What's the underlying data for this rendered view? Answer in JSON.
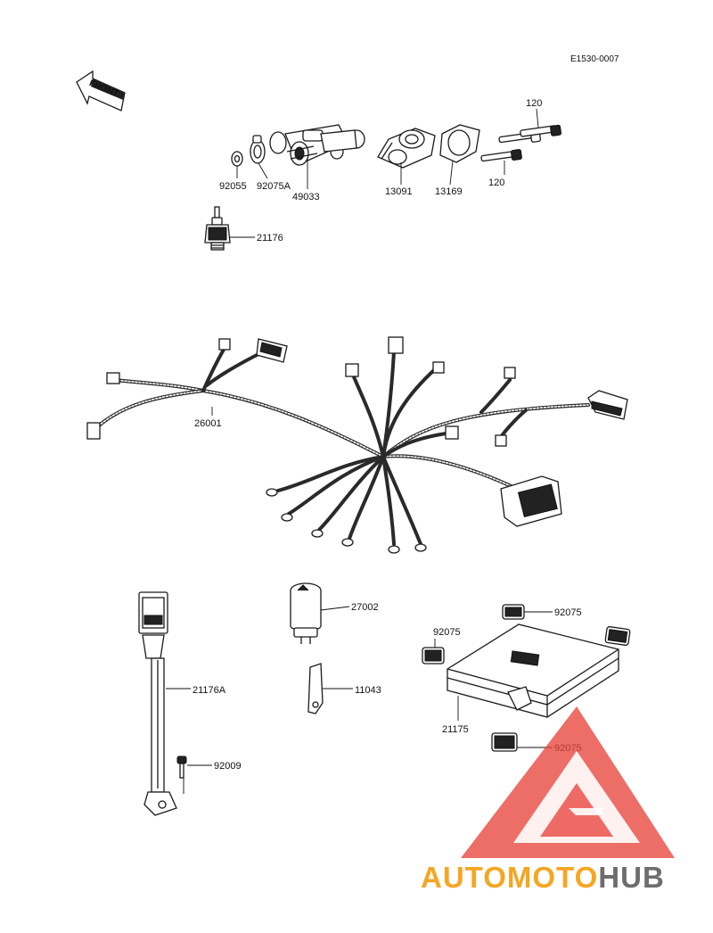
{
  "diagram": {
    "code": "E1530-0007",
    "front_label": "FRONT",
    "parts": [
      {
        "id": "p92055",
        "label": "92055"
      },
      {
        "id": "p92075A",
        "label": "92075A"
      },
      {
        "id": "p49033",
        "label": "49033"
      },
      {
        "id": "p13091",
        "label": "13091"
      },
      {
        "id": "p13169",
        "label": "13169"
      },
      {
        "id": "p120a",
        "label": "120"
      },
      {
        "id": "p120b",
        "label": "120"
      },
      {
        "id": "p21176",
        "label": "21176"
      },
      {
        "id": "p26001",
        "label": "26001"
      },
      {
        "id": "p21176A",
        "label": "21176A"
      },
      {
        "id": "p92009",
        "label": "92009"
      },
      {
        "id": "p27002",
        "label": "27002"
      },
      {
        "id": "p11043",
        "label": "11043"
      },
      {
        "id": "p92075a",
        "label": "92075"
      },
      {
        "id": "p92075b",
        "label": "92075"
      },
      {
        "id": "p92075c",
        "label": "92075"
      },
      {
        "id": "p21175",
        "label": "21175"
      }
    ]
  },
  "watermark": {
    "part1": "AUTOMOTO",
    "part2": "HUB",
    "color_orange": "#f5a623",
    "color_red": "#ea4335",
    "color_gray": "#6d6d6d",
    "triangle_color": "#e8453c"
  }
}
